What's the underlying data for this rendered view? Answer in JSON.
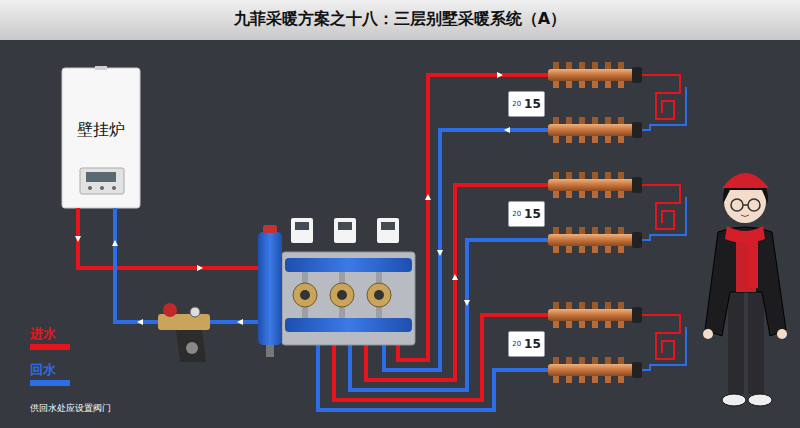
{
  "diagram": {
    "title": "九菲采暖方案之十八：三层别墅采暖系统（A）",
    "nodes": [
      {
        "text": [
          "壁挂炉"
        ]
      },
      {
        "text": [
          "20",
          "15"
        ]
      },
      {
        "text": [
          "20",
          "15"
        ]
      },
      {
        "text": [
          "20",
          "15"
        ]
      }
    ],
    "labels": [
      "供回水处应设置阀门"
    ],
    "legend": [
      {
        "text": "进水",
        "color": "#e8141b"
      },
      {
        "text": "回水",
        "color": "#2d6de8"
      }
    ]
  }
}
